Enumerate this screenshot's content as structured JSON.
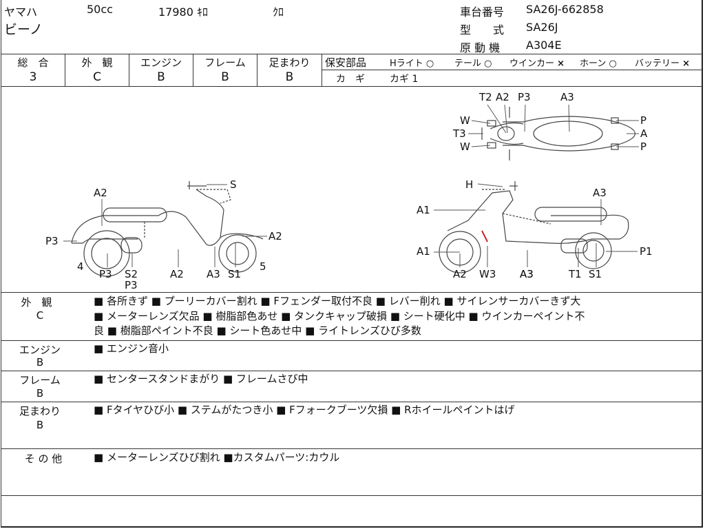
{
  "header": {
    "maker": "ヤマハ",
    "cc": "50cc",
    "mileage": "17980 ｷﾛ",
    "color": "ｸﾛ",
    "model_name": "ビーノ",
    "frame_no_label": "車台番号",
    "frame_no": "SA26J-662858",
    "type_label": "型　　式",
    "type": "SA26J",
    "engine_label": "原 動 機",
    "engine": "A304E"
  },
  "grades": [
    {
      "label": "総　合",
      "value": "3"
    },
    {
      "label": "外　観",
      "value": "C"
    },
    {
      "label": "エンジン",
      "value": "B"
    },
    {
      "label": "フレーム",
      "value": "B"
    },
    {
      "label": "足まわり",
      "value": "B"
    }
  ],
  "safety": {
    "label": "保安部品",
    "items": [
      {
        "name": "Hライト",
        "mark": "○"
      },
      {
        "name": "テール",
        "mark": "○"
      },
      {
        "name": "ウインカー",
        "mark": "×"
      },
      {
        "name": "ホーン",
        "mark": "○"
      },
      {
        "name": "バッテリー",
        "mark": "×"
      }
    ],
    "key_label": "カ　ギ",
    "key_value": "カギ 1"
  },
  "diagram_labels": {
    "top": [
      "T2",
      "A2",
      "P3",
      "A3",
      "W",
      "T3",
      "W",
      "P",
      "A",
      "P"
    ],
    "left": [
      "S",
      "A2",
      "P3",
      "A2",
      "4",
      "P3",
      "S2",
      "P3",
      "A2",
      "A3",
      "S1",
      "5"
    ],
    "right": [
      "H",
      "A3",
      "A1",
      "A1",
      "A3",
      "P1",
      "A2",
      "W3",
      "A3",
      "T1",
      "S1"
    ]
  },
  "sections": [
    {
      "label": "外　観",
      "grade": "C",
      "lines": [
        "■ 各所きず ■ プーリーカバー割れ ■ Fフェンダー取付不良 ■ レバー削れ ■ サイレンサーカバーきず大",
        "■ メーターレンズ欠品 ■ 樹脂部色あせ ■ タンクキャップ破損 ■ シート硬化中 ■ ウインカーペイント不",
        "良 ■ 樹脂部ペイント不良 ■ シート色あせ中 ■ ライトレンズひび多数"
      ]
    },
    {
      "label": "エンジン",
      "grade": "B",
      "lines": [
        "■ エンジン音小"
      ]
    },
    {
      "label": "フレーム",
      "grade": "B",
      "lines": [
        "■ センタースタンドまがり ■ フレームさび中"
      ]
    },
    {
      "label": "足まわり",
      "grade": "B",
      "lines": [
        "■ Fタイヤひび小 ■ ステムがたつき小 ■ Fフォークブーツ欠損 ■ Rホイールペイントはげ"
      ]
    },
    {
      "label": "そ の 他",
      "grade": "",
      "lines": [
        "■ メーターレンズひび割れ ■カスタムパーツ:カウル"
      ]
    }
  ]
}
